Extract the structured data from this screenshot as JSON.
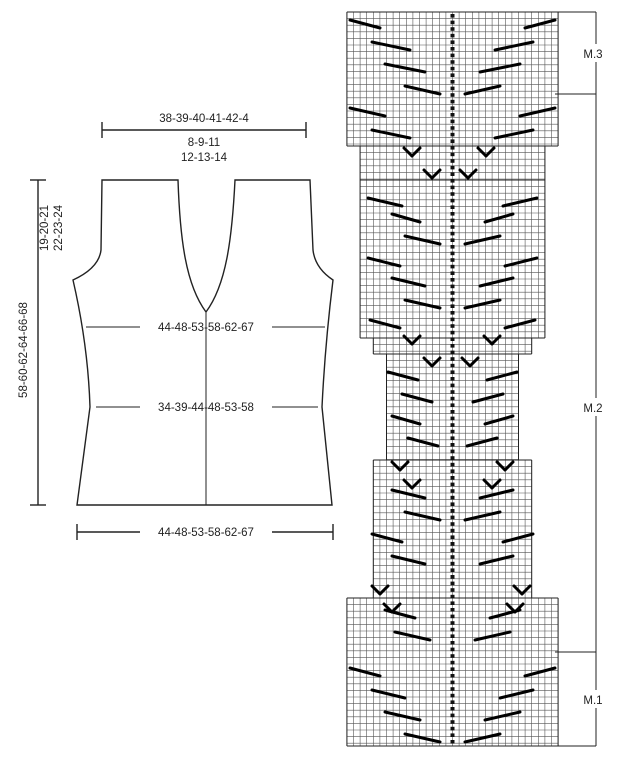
{
  "schematic": {
    "top_width": "38-39-40-41-42-4",
    "neck_width_1": "8-9-11",
    "neck_width_2": "12-13-14",
    "armhole_height_1": "19-20-21",
    "armhole_height_2": "22-23-24",
    "total_length": "58-60-62-64-66-68",
    "chest_width": "44-48-53-58-62-67",
    "waist_width": "34-39-44-48-53-58",
    "bottom_width": "44-48-53-58-62-67"
  },
  "chart": {
    "label_top": "M.3",
    "label_middle": "M.2",
    "label_bottom": "M.1"
  }
}
